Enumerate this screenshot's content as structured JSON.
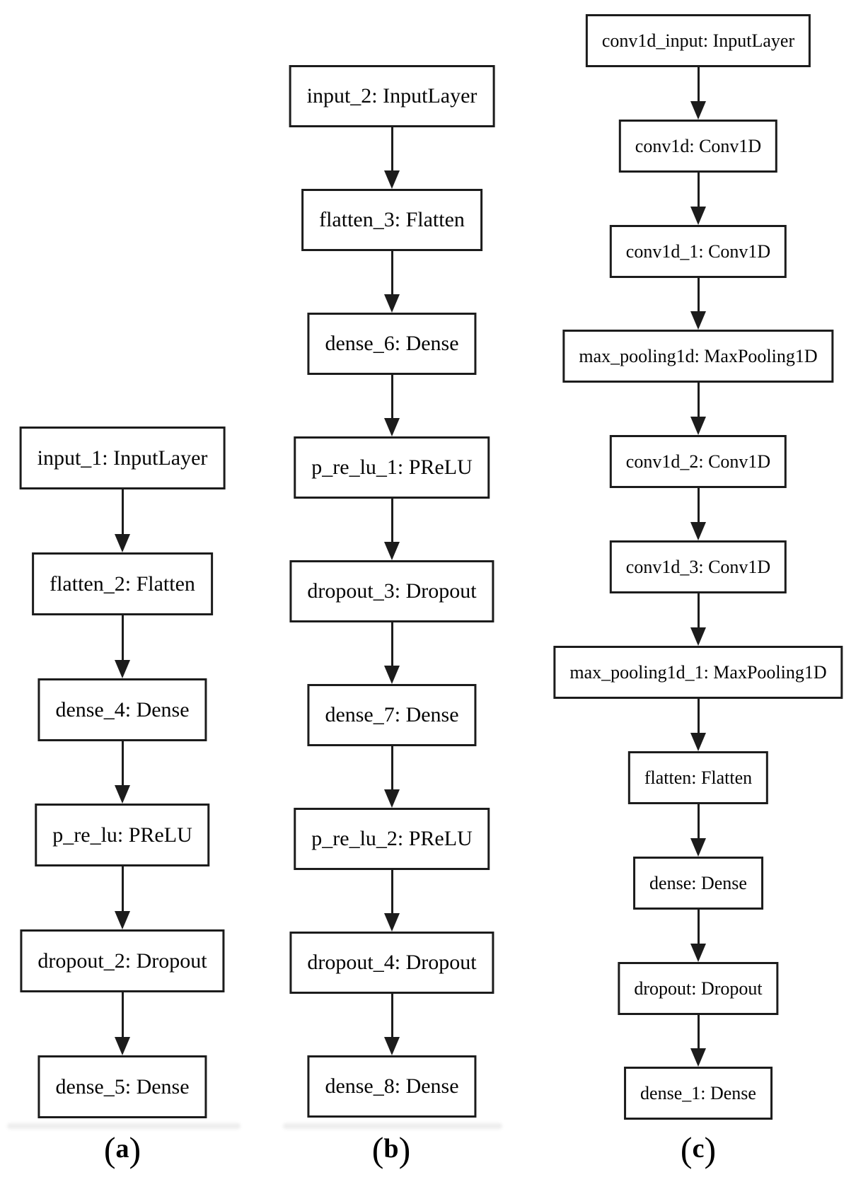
{
  "figure": {
    "description": "Three Keras neural-network model architecture flowcharts",
    "colors": {
      "background": "#ffffff",
      "box_fill": "#ffffff",
      "box_border": "#1c1c1c",
      "arrow": "#1c1c1c",
      "text": "#050505"
    },
    "columns": [
      {
        "id": "a",
        "caption": {
          "pre": "(",
          "letter": "a",
          "post": ")"
        },
        "nodes": [
          "input_1: InputLayer",
          "flatten_2: Flatten",
          "dense_4: Dense",
          "p_re_lu: PReLU",
          "dropout_2: Dropout",
          "dense_5: Dense"
        ]
      },
      {
        "id": "b",
        "caption": {
          "pre": "(",
          "letter": "b",
          "post": ")"
        },
        "nodes": [
          "input_2: InputLayer",
          "flatten_3: Flatten",
          "dense_6: Dense",
          "p_re_lu_1: PReLU",
          "dropout_3: Dropout",
          "dense_7: Dense",
          "p_re_lu_2: PReLU",
          "dropout_4: Dropout",
          "dense_8: Dense"
        ]
      },
      {
        "id": "c",
        "caption": {
          "pre": "(",
          "letter": "c",
          "post": ")"
        },
        "nodes": [
          "conv1d_input: InputLayer",
          "conv1d: Conv1D",
          "conv1d_1: Conv1D",
          "max_pooling1d: MaxPooling1D",
          "conv1d_2: Conv1D",
          "conv1d_3: Conv1D",
          "max_pooling1d_1: MaxPooling1D",
          "flatten: Flatten",
          "dense: Dense",
          "dropout: Dropout",
          "dense_1: Dense"
        ]
      }
    ]
  }
}
